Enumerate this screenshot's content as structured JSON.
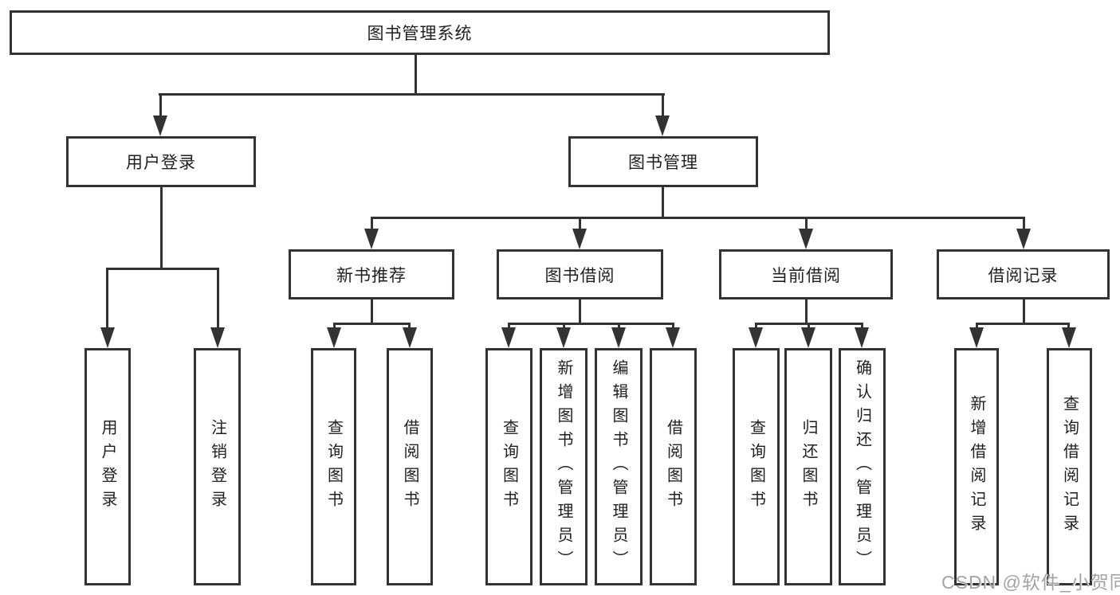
{
  "watermark": {
    "text": "CSDN @软件_小贺同学",
    "color": "#a3a3a3"
  },
  "colors": {
    "line": "#333333",
    "text": "#1f1f1f",
    "background": "#ffffff"
  },
  "diagram": {
    "root": {
      "label": "图书管理系统"
    },
    "level2": [
      {
        "id": "user-login",
        "label": "用户登录"
      },
      {
        "id": "book-management",
        "label": "图书管理"
      }
    ],
    "level3": [
      {
        "id": "new-book-recommend",
        "label": "新书推荐"
      },
      {
        "id": "book-borrow",
        "label": "图书借阅"
      },
      {
        "id": "current-borrow",
        "label": "当前借阅"
      },
      {
        "id": "borrow-records",
        "label": "借阅记录"
      }
    ],
    "leaves": {
      "user_login": [
        {
          "label": "用户登录"
        },
        {
          "label": "注销登录"
        }
      ],
      "new_book": [
        {
          "label": "查询图书"
        },
        {
          "label": "借阅图书"
        }
      ],
      "book_borrow": [
        {
          "label": "查询图书"
        },
        {
          "label": "新增图书（管理员）"
        },
        {
          "label": "编辑图书（管理员）"
        },
        {
          "label": "借阅图书"
        }
      ],
      "current_borrow": [
        {
          "label": "查询图书"
        },
        {
          "label": "归还图书"
        },
        {
          "label": "确认归还（管理员）"
        }
      ],
      "records": [
        {
          "label": "新增借阅记录"
        },
        {
          "label": "查询借阅记录"
        }
      ]
    }
  }
}
